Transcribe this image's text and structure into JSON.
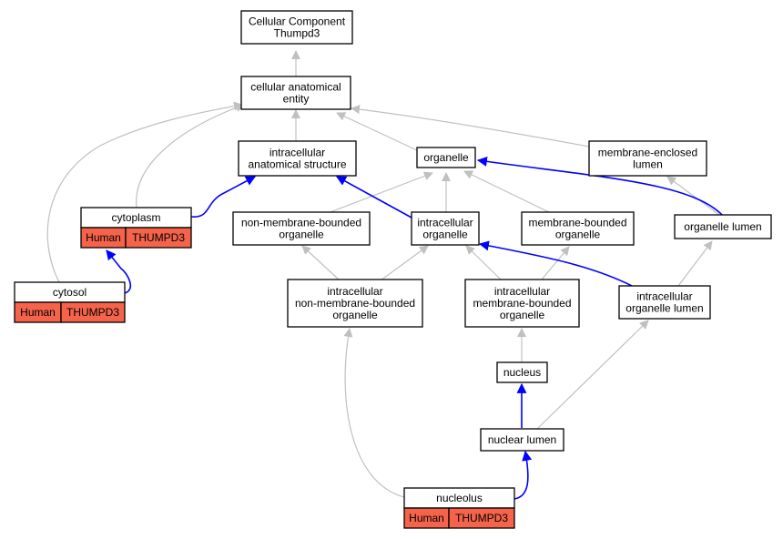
{
  "colors": {
    "edge_is_a": "#c0c0c0",
    "edge_part_of": "#0000ff",
    "annotation_fill": "#f4634a",
    "node_border": "#000000",
    "background": "#ffffff"
  },
  "nodes": {
    "root": {
      "lines": [
        "Cellular Component",
        "Thumpd3"
      ]
    },
    "cae": {
      "lines": [
        "cellular anatomical",
        "entity"
      ]
    },
    "ias": {
      "lines": [
        "intracellular",
        "anatomical structure"
      ]
    },
    "org": {
      "lines": [
        "organelle"
      ]
    },
    "mel": {
      "lines": [
        "membrane-enclosed",
        "lumen"
      ]
    },
    "cyto": {
      "lines": [
        "cytoplasm"
      ],
      "species": "Human",
      "gene": "THUMPD3"
    },
    "nmbo": {
      "lines": [
        "non-membrane-bounded",
        "organelle"
      ]
    },
    "io": {
      "lines": [
        "intracellular",
        "organelle"
      ]
    },
    "mbo": {
      "lines": [
        "membrane-bounded",
        "organelle"
      ]
    },
    "ol": {
      "lines": [
        "organelle lumen"
      ]
    },
    "cytosol": {
      "lines": [
        "cytosol"
      ],
      "species": "Human",
      "gene": "THUMPD3"
    },
    "inmbo": {
      "lines": [
        "intracellular",
        "non-membrane-bounded",
        "organelle"
      ]
    },
    "imbo": {
      "lines": [
        "intracellular",
        "membrane-bounded",
        "organelle"
      ]
    },
    "iol": {
      "lines": [
        "intracellular",
        "organelle lumen"
      ]
    },
    "nucleus": {
      "lines": [
        "nucleus"
      ]
    },
    "nl": {
      "lines": [
        "nuclear lumen"
      ]
    },
    "nucleolus": {
      "lines": [
        "nucleolus"
      ],
      "species": "Human",
      "gene": "THUMPD3"
    }
  }
}
